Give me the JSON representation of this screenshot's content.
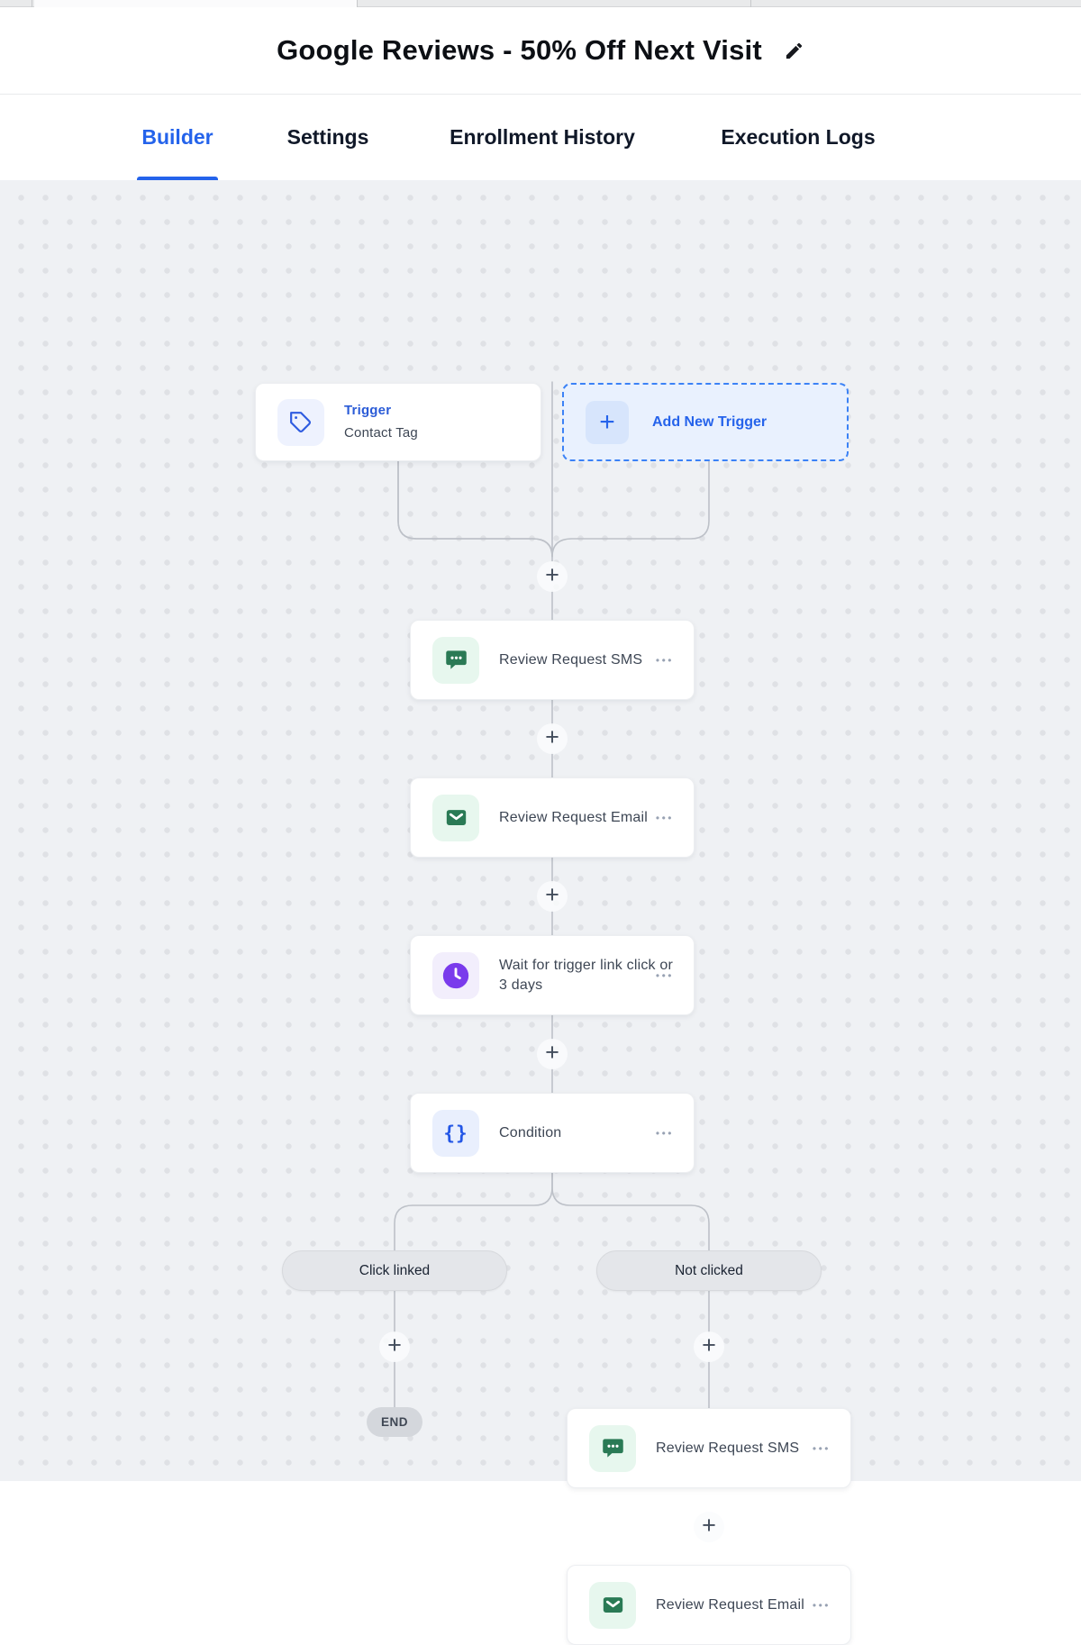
{
  "header": {
    "title": "Google Reviews - 50% Off Next Visit"
  },
  "tabs": [
    {
      "label": "Builder",
      "active": true
    },
    {
      "label": "Settings",
      "active": false
    },
    {
      "label": "Enrollment History",
      "active": false
    },
    {
      "label": "Execution Logs",
      "active": false
    }
  ],
  "canvas": {
    "trigger": {
      "title": "Trigger",
      "subtitle": "Contact Tag"
    },
    "add_trigger": {
      "label": "Add New Trigger",
      "plus": "+"
    },
    "nodes": {
      "sms1": {
        "label": "Review Request SMS"
      },
      "email1": {
        "label": "Review Request Email"
      },
      "wait1": {
        "label": "Wait for trigger link click or",
        "label2": "3 days"
      },
      "condition1": {
        "label": "Condition",
        "icon_glyph": "{}"
      },
      "sms2": {
        "label": "Review Request SMS"
      },
      "email2": {
        "label": "Review Request Email"
      }
    },
    "branches": {
      "left_label": "Click linked",
      "right_label": "Not clicked",
      "end_label": "END"
    },
    "plus_symbol": "+",
    "menu_symbol": "•••"
  },
  "colors": {
    "accent_blue": "#2563eb",
    "node_green": "#2a7a55",
    "node_purple": "#7a3bec",
    "canvas_bg": "#eff1f4",
    "pill_gray": "#e4e6ea"
  }
}
